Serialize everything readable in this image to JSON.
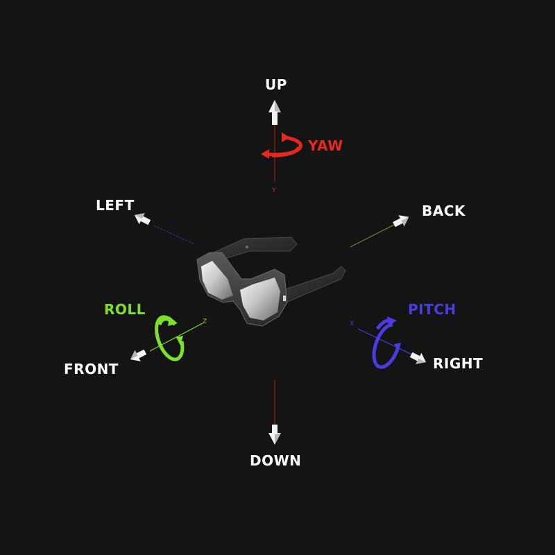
{
  "directions": {
    "up": "UP",
    "down": "DOWN",
    "left": "LEFT",
    "right": "RIGHT",
    "front": "FRONT",
    "back": "BACK"
  },
  "rotations": {
    "yaw": "YAW",
    "roll": "ROLL",
    "pitch": "PITCH"
  },
  "axes": {
    "y": "Y",
    "z": "Z",
    "x": "X"
  },
  "colors": {
    "background": "#141414",
    "label": "#ffffff",
    "yaw": "#e8281e",
    "roll": "#7ee02a",
    "pitch": "#4a3ce0",
    "left_axis": "#3a3aa8",
    "back_axis": "#8a8a30",
    "vertical_axis": "#c02020",
    "arrow": "#f2f2f2"
  },
  "device": {
    "name": "glasses-icon"
  }
}
